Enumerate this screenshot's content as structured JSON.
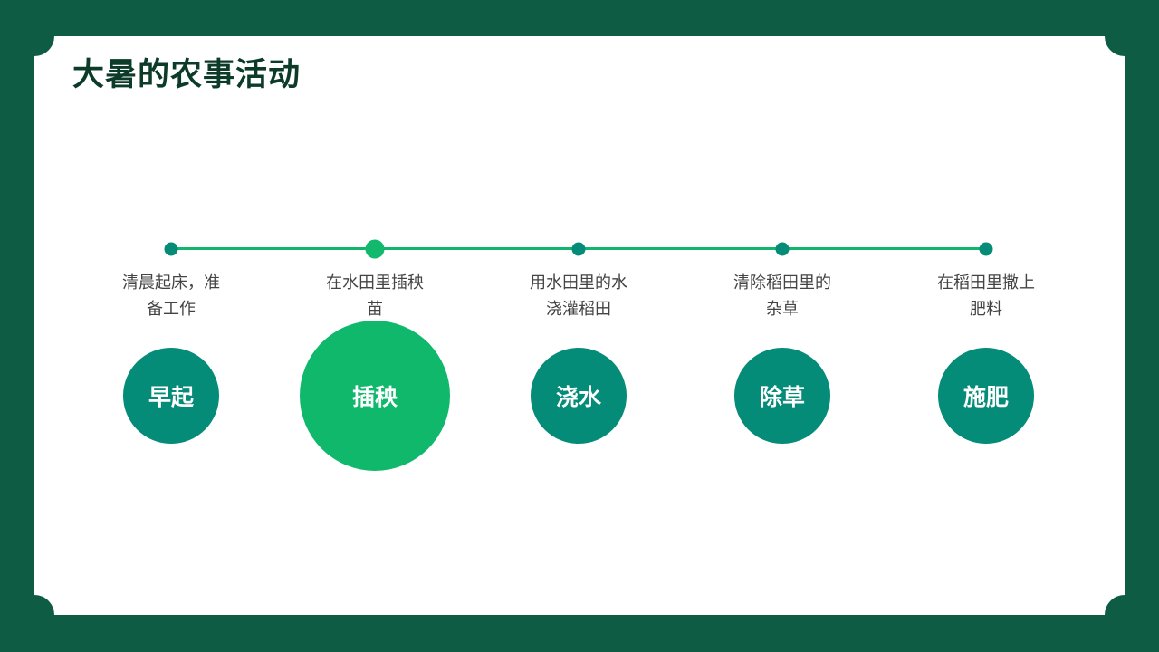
{
  "title": "大暑的农事活动",
  "colors": {
    "frame": "#0e5c44",
    "node": "#058c78",
    "active": "#10b86c",
    "line": "#12b56c"
  },
  "steps": [
    {
      "label": "早起",
      "desc_line1": "清晨起床，准",
      "desc_line2": "备工作",
      "active": false
    },
    {
      "label": "插秧",
      "desc_line1": "在水田里插秧",
      "desc_line2": "苗",
      "active": true
    },
    {
      "label": "浇水",
      "desc_line1": "用水田里的水",
      "desc_line2": "浇灌稻田",
      "active": false
    },
    {
      "label": "除草",
      "desc_line1": "清除稻田里的",
      "desc_line2": "杂草",
      "active": false
    },
    {
      "label": "施肥",
      "desc_line1": "在稻田里撒上",
      "desc_line2": "肥料",
      "active": false
    }
  ]
}
